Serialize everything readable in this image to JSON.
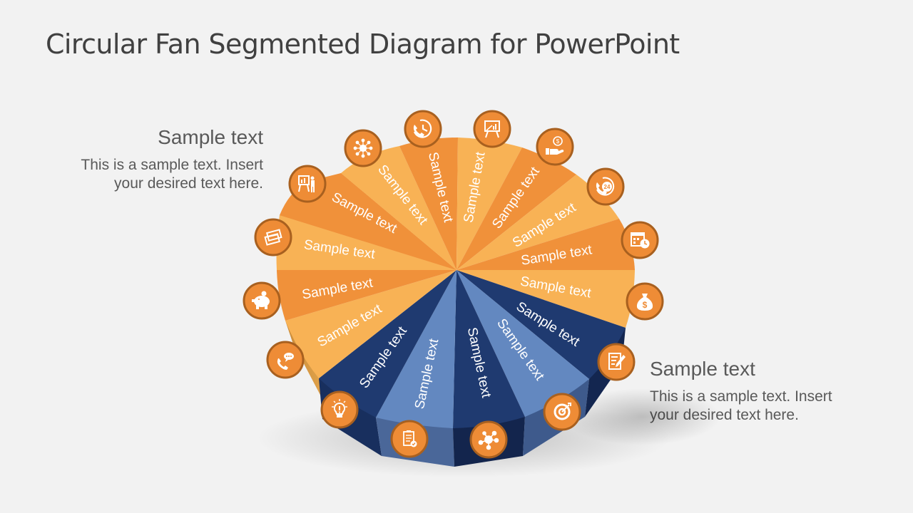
{
  "title": "Circular Fan Segmented Diagram for PowerPoint",
  "left_block": {
    "heading": "Sample text",
    "body": "This is a sample text. Insert your desired text here."
  },
  "right_block": {
    "heading": "Sample text",
    "body": "This is a sample text. Insert your desired text here."
  },
  "colors": {
    "background": "#F2F2F2",
    "orange_dark": "#F0913A",
    "orange_light": "#F8B255",
    "navy": "#1F3A70",
    "blue_light": "#6388C0",
    "icon_fill": "#EE8C36",
    "icon_border": "#A8601F",
    "label_text": "#FFFFFF"
  },
  "segments": [
    {
      "label": "Sample text",
      "tone": "orange_light",
      "icon": "credit-cards-icon"
    },
    {
      "label": "Sample text",
      "tone": "orange_dark",
      "icon": "presentation-board-icon"
    },
    {
      "label": "Sample text",
      "tone": "orange_light",
      "icon": "network-hub-icon"
    },
    {
      "label": "Sample text",
      "tone": "orange_dark",
      "icon": "phone-clock-icon"
    },
    {
      "label": "Sample text",
      "tone": "orange_light",
      "icon": "chart-easel-icon"
    },
    {
      "label": "Sample text",
      "tone": "orange_dark",
      "icon": "hand-dollar-icon"
    },
    {
      "label": "Sample text",
      "tone": "orange_light",
      "icon": "phone-24h-icon"
    },
    {
      "label": "Sample text",
      "tone": "orange_dark",
      "icon": "calendar-clock-icon"
    },
    {
      "label": "Sample text",
      "tone": "orange_light",
      "icon": "money-bag-icon"
    },
    {
      "label": "Sample text",
      "tone": "navy",
      "icon": "document-sign-icon"
    },
    {
      "label": "Sample text",
      "tone": "blue_light",
      "icon": "target-icon"
    },
    {
      "label": "Sample text",
      "tone": "navy",
      "icon": "share-network-icon"
    },
    {
      "label": "Sample text",
      "tone": "blue_light",
      "icon": "clipboard-check-icon"
    },
    {
      "label": "Sample text",
      "tone": "navy",
      "icon": "lightbulb-icon"
    },
    {
      "label": "Sample text",
      "tone": "orange_light",
      "icon": "phone-chat-icon"
    },
    {
      "label": "Sample text",
      "tone": "orange_dark",
      "icon": "piggy-bank-icon"
    }
  ]
}
